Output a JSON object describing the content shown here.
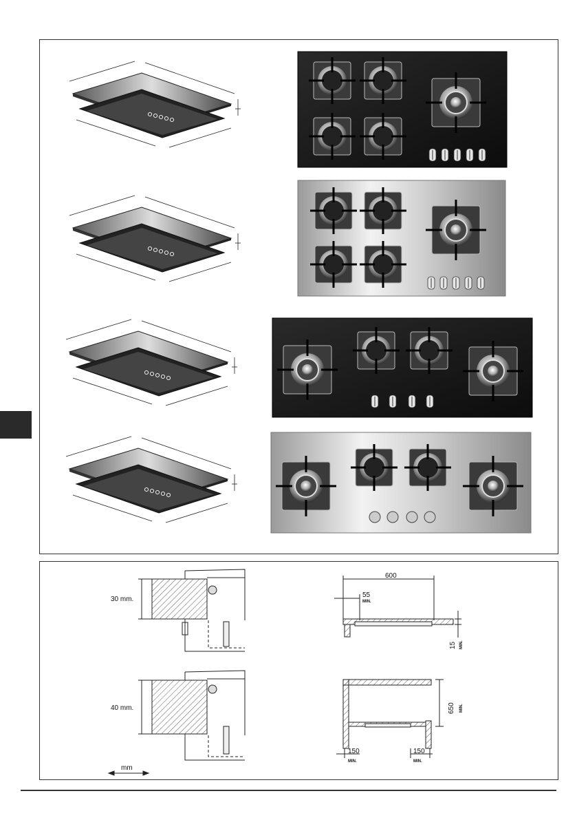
{
  "hobs": [
    {
      "finish": "black-glass",
      "layout": "5-burner"
    },
    {
      "finish": "stainless",
      "layout": "5-burner"
    },
    {
      "finish": "black-glass",
      "layout": "4-burner-wide"
    },
    {
      "finish": "stainless",
      "layout": "4-burner-wide"
    }
  ],
  "installation": {
    "thickness_top": "30 mm.",
    "thickness_bottom": "40 mm.",
    "unit_label": "mm",
    "dim_width": "600",
    "dim_rear": "55",
    "dim_min": "MIN.",
    "dim_depth": "15",
    "dim_height": "650",
    "dim_side_left": "150",
    "dim_side_right": "150"
  },
  "colors": {
    "glass": "#141414",
    "steel": "#d9d9d9",
    "frame": "#333333"
  }
}
